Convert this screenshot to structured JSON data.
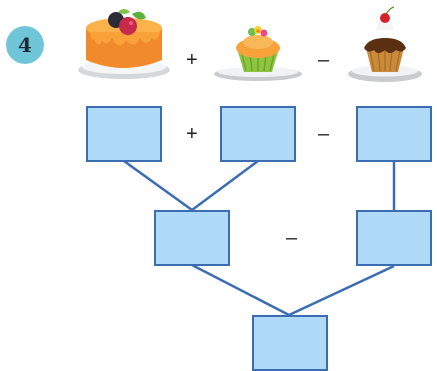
{
  "problem": {
    "number": "4"
  },
  "row1": {
    "op1": "+",
    "op2": "–"
  },
  "row2": {
    "op1": "+",
    "op2": "–"
  },
  "row3": {
    "op1": "–"
  },
  "items": [
    "orange-cake",
    "cupcake",
    "chocolate-cupcake"
  ],
  "colors": {
    "badge": "#6fc6d9",
    "box_fill": "#aedaf7",
    "box_border": "#3c6db3",
    "line": "#3c6db3"
  }
}
